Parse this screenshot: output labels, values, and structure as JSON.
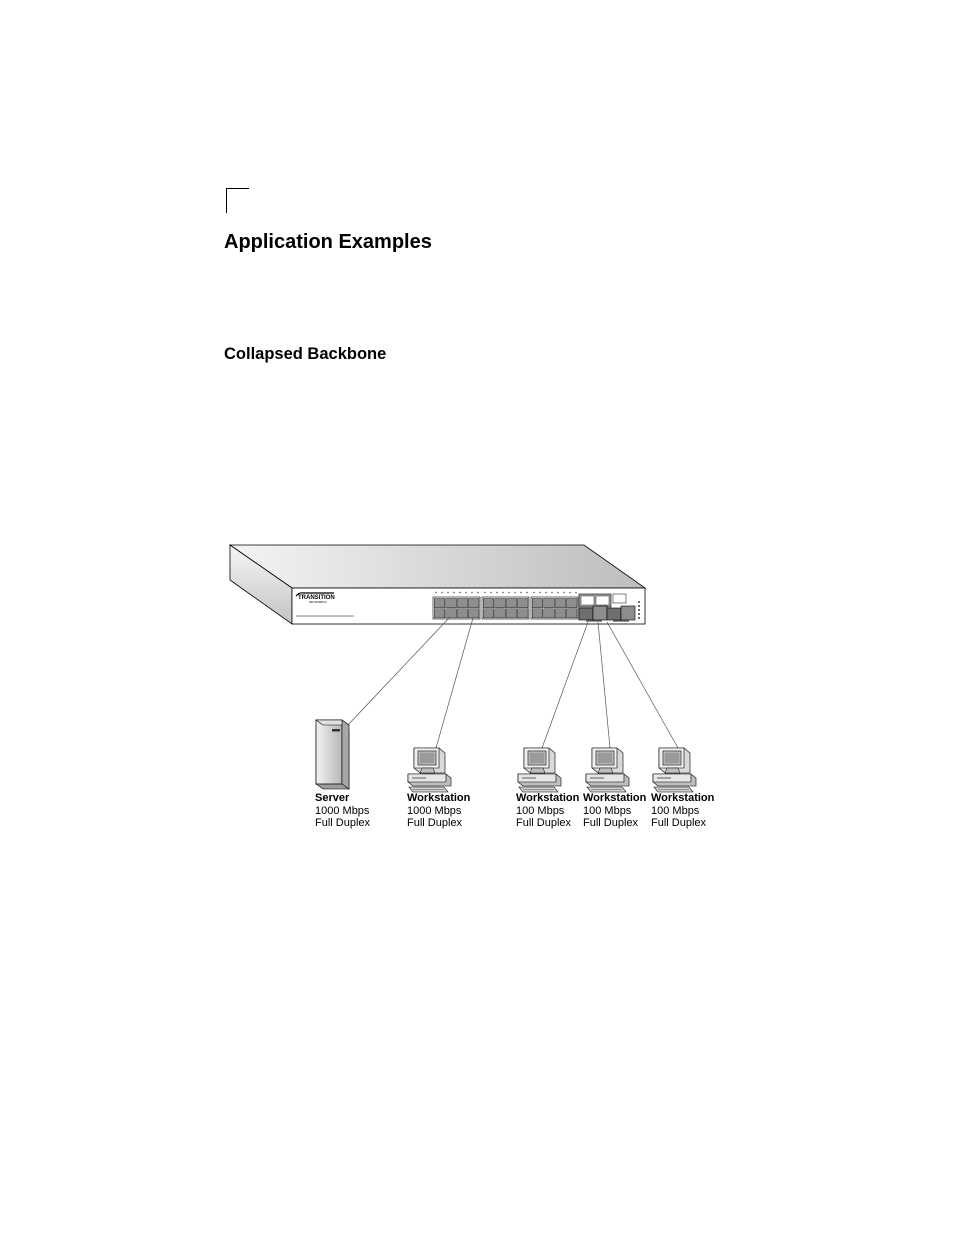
{
  "page": {
    "title": "Application Examples",
    "section": "Collapsed Backbone"
  },
  "switch": {
    "brand": "TRANSITION",
    "brand_sub": "NETWORKS"
  },
  "nodes": [
    {
      "role": "Server",
      "speed": "1000 Mbps",
      "duplex": "Full Duplex",
      "icon": "server-tower-icon"
    },
    {
      "role": "Workstation",
      "speed": "1000 Mbps",
      "duplex": "Full Duplex",
      "icon": "workstation-icon"
    },
    {
      "role": "Workstation",
      "speed": "100 Mbps",
      "duplex": "Full Duplex",
      "icon": "workstation-icon"
    },
    {
      "role": "Workstation",
      "speed": "100 Mbps",
      "duplex": "Full Duplex",
      "icon": "workstation-icon"
    },
    {
      "role": "Workstation",
      "speed": "100 Mbps",
      "duplex": "Full Duplex",
      "icon": "workstation-icon"
    }
  ]
}
